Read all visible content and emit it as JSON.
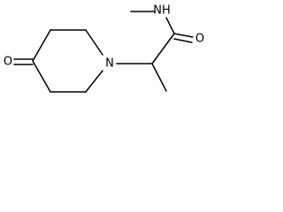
{
  "molecule": {
    "atoms": {
      "n_amide": "NH",
      "o_amide": "O",
      "n_ring": "N",
      "o_ketone": "O"
    }
  },
  "colors": {
    "bond": "#000000",
    "label": "#000000",
    "background": "#ffffff"
  }
}
